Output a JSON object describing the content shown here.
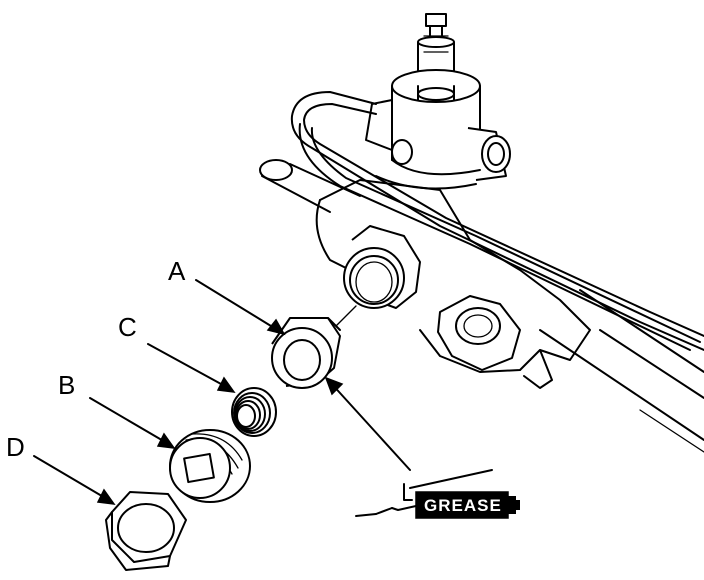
{
  "labels": {
    "a": "A",
    "b": "B",
    "c": "C",
    "d": "D"
  },
  "grease_label": "GREASE",
  "colors": {
    "line": "#000000",
    "background": "#ffffff"
  },
  "icons": [
    "grease-gun-icon",
    "steering-gear-housing",
    "rack-guide-icon",
    "spring-icon",
    "screw-plug-icon",
    "locknut-icon"
  ]
}
